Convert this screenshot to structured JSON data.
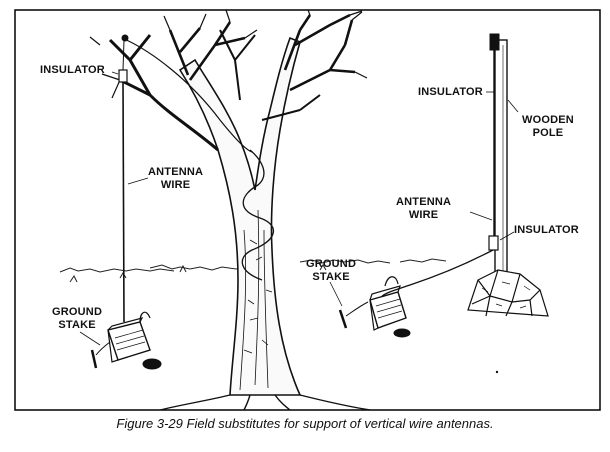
{
  "labels": {
    "left_insulator": "INSULATOR",
    "left_antenna_wire": [
      "ANTENNA",
      "WIRE"
    ],
    "left_ground_stake": [
      "GROUND",
      "STAKE"
    ],
    "right_insulator_top": "INSULATOR",
    "wooden_pole": [
      "WOODEN",
      "POLE"
    ],
    "right_antenna_wire": [
      "ANTENNA",
      "WIRE"
    ],
    "right_insulator_bottom": "INSULATOR",
    "right_ground_stake": [
      "GROUND",
      "STAKE"
    ]
  },
  "caption": "Figure 3-29  Field substitutes for support of vertical wire antennas."
}
